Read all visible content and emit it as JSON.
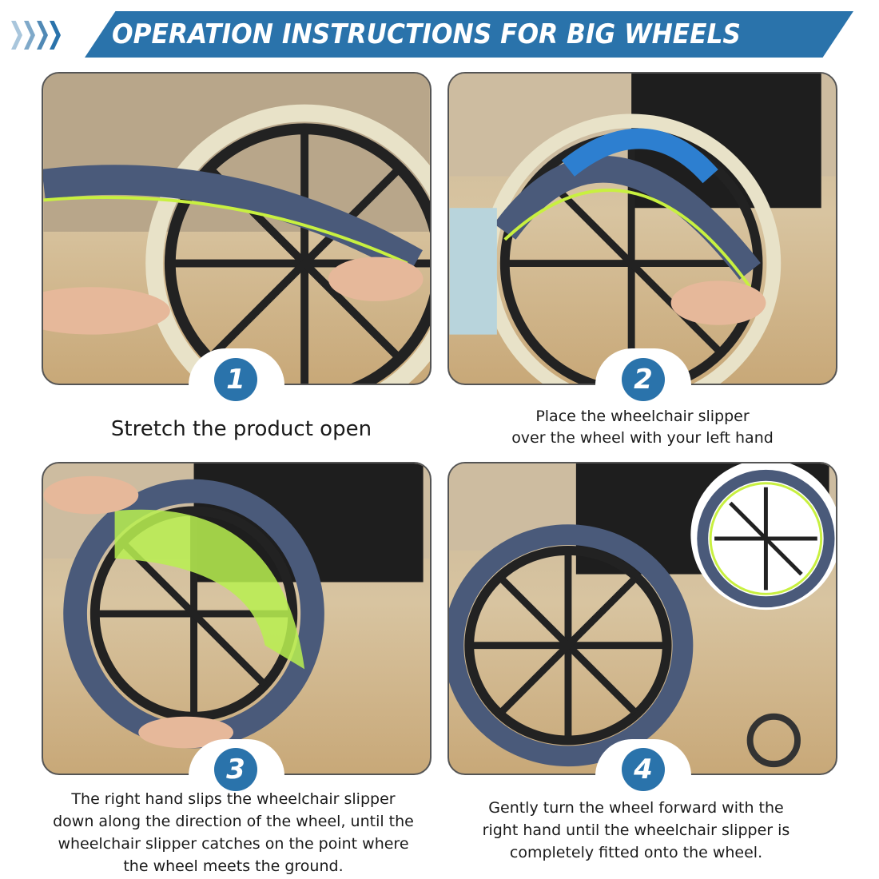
{
  "header": {
    "title": "OPERATION INSTRUCTIONS FOR BIG WHEELS",
    "chevron_colors": [
      "#a9c6dc",
      "#7fa9c9",
      "#5089b5",
      "#2a73ab"
    ],
    "accent": "#2a73ab"
  },
  "steps": [
    {
      "number": "1",
      "caption": [
        "Stretch the product open"
      ]
    },
    {
      "number": "2",
      "caption": [
        "Place the wheelchair slipper",
        "over the wheel with your left hand"
      ]
    },
    {
      "number": "3",
      "caption": [
        "The right hand slips the wheelchair slipper",
        "down along the direction of the wheel, until the",
        "wheelchair slipper catches on the point where",
        "the wheel meets the ground."
      ]
    },
    {
      "number": "4",
      "caption": [
        "Gently turn the wheel forward with the",
        "right hand until the wheelchair slipper is",
        "completely fitted onto the wheel."
      ]
    }
  ]
}
